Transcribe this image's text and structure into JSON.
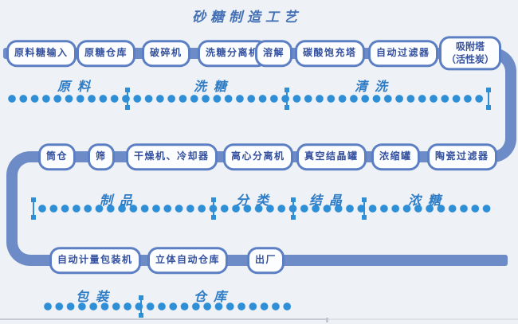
{
  "title": "砂糖制造工艺",
  "colors": {
    "background": "#eef1f6",
    "flow_line": "#6d8bc6",
    "box_border": "#5c7fc3",
    "box_text": "#34519f",
    "dots_and_dividers": "#2e8ed6",
    "section_label": "#2e7cc5",
    "title": "#4470b5"
  },
  "flow": {
    "row1": {
      "boxes": [
        "原料糖输入",
        "原糖仓库",
        "破碎机",
        "洗糖分离机",
        "溶解",
        "碳酸饱充塔",
        "自动过滤器",
        [
          "吸附塔",
          "（活性炭）"
        ]
      ],
      "sections": [
        "原料",
        "洗糖",
        "清洗"
      ]
    },
    "row2": {
      "boxes": [
        "筒仓",
        "筛",
        "干燥机、冷却器",
        "离心分离机",
        "真空结晶罐",
        "浓缩罐",
        "陶瓷过滤器"
      ],
      "sections": [
        "制品",
        "分类",
        "结晶",
        "浓糖"
      ]
    },
    "row3": {
      "boxes": [
        "自动计量包装机",
        "立体自动仓库",
        "出厂"
      ],
      "sections": [
        "包装",
        "仓库"
      ]
    }
  }
}
